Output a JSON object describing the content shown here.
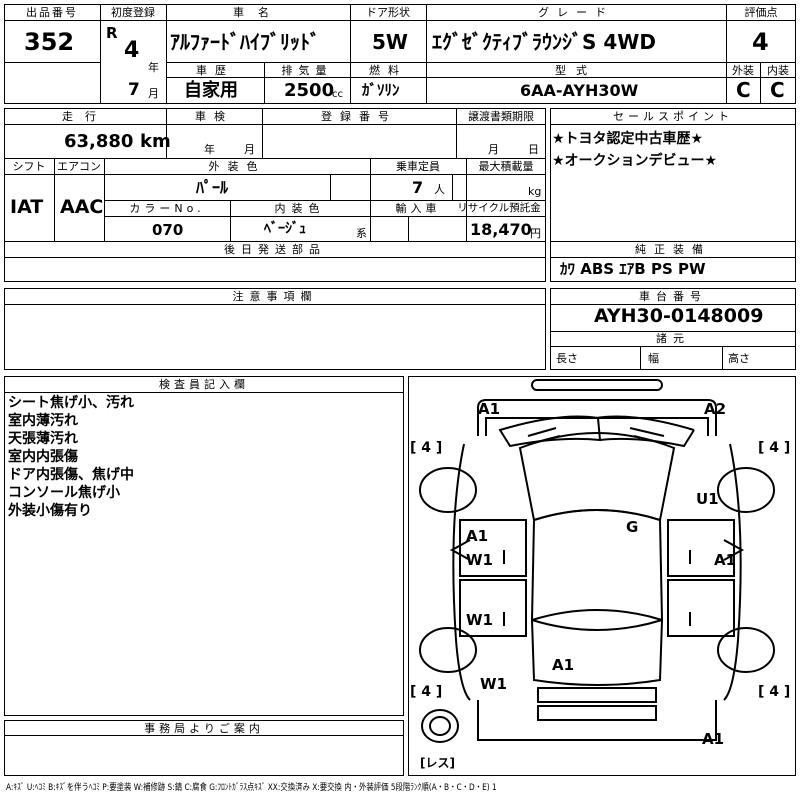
{
  "lot": {
    "header": "出品番号",
    "value": "352"
  },
  "first_reg": {
    "header": "初度登録",
    "era": "R",
    "year": "4",
    "year_unit": "年",
    "month": "7",
    "month_unit": "月"
  },
  "car_name": {
    "header": "車名",
    "value": "ｱﾙﾌｧｰﾄﾞﾊｲﾌﾞﾘｯﾄﾞ"
  },
  "doors": {
    "header": "ドア形状",
    "value": "5W"
  },
  "grade": {
    "header": "グレード",
    "value": "ｴｸﾞｾﾞｸﾃｨﾌﾞﾗｳﾝｼﾞS 4WD"
  },
  "score": {
    "header": "評価点",
    "value": "4",
    "ext_header": "外装",
    "int_header": "内装",
    "ext_value": "C",
    "int_value": "C"
  },
  "history": {
    "header": "車歴",
    "value": "自家用"
  },
  "displacement": {
    "header": "排気量",
    "value": "2500",
    "unit": "cc"
  },
  "fuel": {
    "header": "燃料",
    "value": "ｶﾞｿﾘﾝ"
  },
  "model": {
    "header": "型式",
    "value": "6AA-AYH30W"
  },
  "mileage": {
    "header": "走行",
    "value": "63,880",
    "unit": "km"
  },
  "inspection": {
    "header": "車検",
    "year_unit": "年",
    "month_unit": "月"
  },
  "reg_number": {
    "header": "登録番号"
  },
  "transfer_deadline": {
    "header": "譲渡書類期限",
    "month_unit": "月",
    "day_unit": "日"
  },
  "sales_points": {
    "header": "セールスポイント",
    "items": [
      "★トヨタ認定中古車歴★",
      "★オークションデビュー★"
    ]
  },
  "shift": {
    "header": "シフト",
    "value": "IAT"
  },
  "aircon": {
    "header": "エアコン",
    "value": "AAC"
  },
  "ext_color": {
    "header": "外装色",
    "value": "ﾊﾟｰﾙ"
  },
  "capacity": {
    "header": "乗車定員",
    "value": "7",
    "unit": "人"
  },
  "max_load": {
    "header": "最大積載量",
    "unit": "kg"
  },
  "color_no": {
    "header": "カラーNo.",
    "value": "070"
  },
  "int_color": {
    "header": "内装色",
    "value": "ﾍﾞｰｼﾞｭ",
    "suffix": "系"
  },
  "import": {
    "header": "輸入車"
  },
  "recycle": {
    "header": "リサイクル預託金",
    "value": "18,470",
    "unit": "円"
  },
  "later_parts": {
    "header": "後日発送部品"
  },
  "equipment": {
    "header": "純正装備",
    "value": "ｶﾜ ABS ｴｱB PS PW"
  },
  "notes": {
    "header": "注意事項欄"
  },
  "chassis": {
    "header": "車台番号",
    "value": "AYH30-0148009"
  },
  "specs": {
    "header": "諸元",
    "length": "長さ",
    "width": "幅",
    "height": "高さ"
  },
  "inspector": {
    "header": "検査員記入欄",
    "lines": [
      "シート焦げ小、汚れ",
      "室内薄汚れ",
      "天張薄汚れ",
      "室内内張傷",
      "ドア内張傷、焦げ中",
      "コンソール焦げ小",
      "外装小傷有り"
    ]
  },
  "office": {
    "header": "事務局よりご案内"
  },
  "diagram": {
    "marks": [
      "A1",
      "A2",
      "U1",
      "G",
      "A1",
      "W1",
      "A1",
      "W1",
      "A1",
      "W1",
      "A1"
    ],
    "tires": [
      "4",
      "4",
      "4",
      "4"
    ],
    "spare": "レス"
  },
  "legend": "A:ｷｽﾞ U:ﾍｺﾐ B:ｷｽﾞを伴うﾍｺﾐ P:要塗装 W:補修跡 S:錆 C:腐食 G:ﾌﾛﾝﾄｶﾞﾗｽ点ｷｽﾞ XX:交換済み X:要交換 内・外装評価 5段階ﾗﾝｸ順(A・B・C・D・E) 1"
}
